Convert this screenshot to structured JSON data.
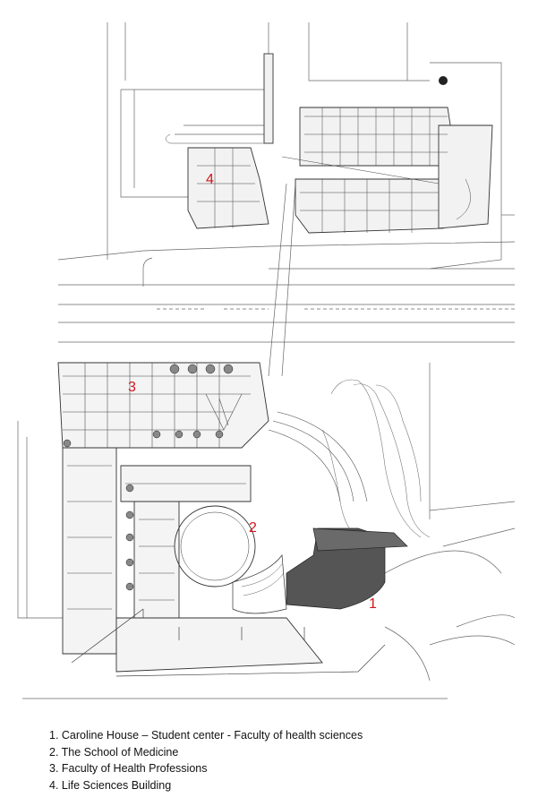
{
  "markers": {
    "building_1": "1",
    "building_2": "2",
    "building_3": "3",
    "building_4": "4"
  },
  "legend": {
    "items": [
      "1. Caroline House – Student center -  Faculty of health sciences",
      "2. The School of Medicine",
      "3. Faculty of Health Professions",
      "4. Life Sciences Building"
    ]
  },
  "colors": {
    "line": "#555555",
    "marker": "#d0161b",
    "highlight_building": "#555555"
  }
}
